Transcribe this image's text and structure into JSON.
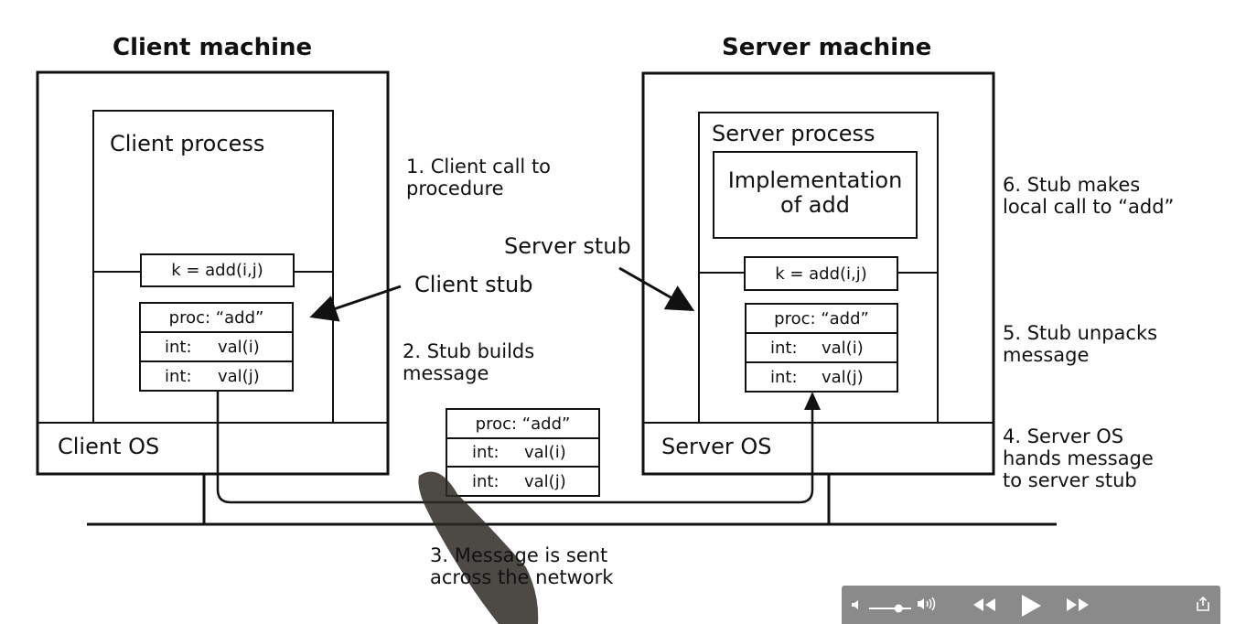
{
  "diagram": {
    "client_machine_title": "Client machine",
    "server_machine_title": "Server machine",
    "client_process_label": "Client process",
    "server_process_label": "Server process",
    "implementation_label": "Implementation\nof add",
    "client_call": "k = add(i,j)",
    "server_call": "k = add(i,j)",
    "client_os_label": "Client OS",
    "server_os_label": "Server OS",
    "client_stub_label": "Client stub",
    "server_stub_label": "Server stub",
    "message_rows": {
      "proc": "proc: “add”",
      "int_label": "int:",
      "val_i": "val(i)",
      "val_j": "val(j)"
    },
    "steps": {
      "step1": "1. Client call to\n    procedure",
      "step2": "2. Stub builds\n    message",
      "step3": "3. Message is sent\n    across the network",
      "step4": "4. Server OS\n    hands message\n    to server stub",
      "step5": "5. Stub unpacks\n    message",
      "step6": "6. Stub makes\n    local call to “add”"
    }
  },
  "player": {
    "icons": [
      "volume-low-icon",
      "volume-slider",
      "volume-high-icon",
      "rewind-icon",
      "play-icon",
      "fast-forward-icon",
      "share-icon"
    ],
    "volume_level": 0.75
  }
}
